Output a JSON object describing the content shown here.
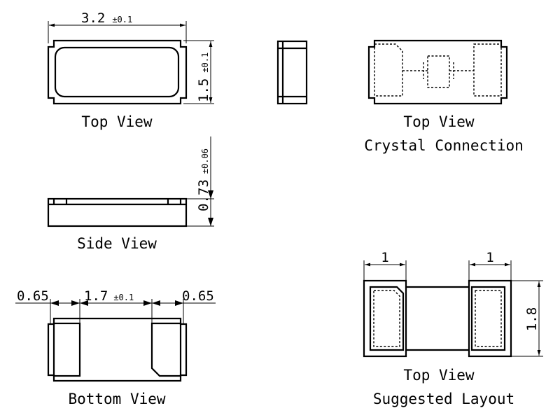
{
  "views": {
    "top_view": {
      "caption": "Top View",
      "length": "3.2",
      "length_tol": "±0.1",
      "width": "1.5",
      "width_tol": "±0.1"
    },
    "end_view": {},
    "side_view": {
      "caption": "Side View",
      "height": "0.73",
      "height_tol": "±0.06"
    },
    "bottom_view": {
      "caption": "Bottom View",
      "pad_left": "0.65",
      "gap": "1.7",
      "gap_tol": "±0.1",
      "pad_right": "0.65"
    },
    "crystal_connection": {
      "caption_line1": "Top View",
      "caption_line2": "Crystal Connection"
    },
    "suggested_layout": {
      "caption_line1": "Top View",
      "caption_line2": "Suggested Layout",
      "pad_width_left": "1",
      "pad_width_right": "1",
      "pad_height": "1.8"
    }
  }
}
